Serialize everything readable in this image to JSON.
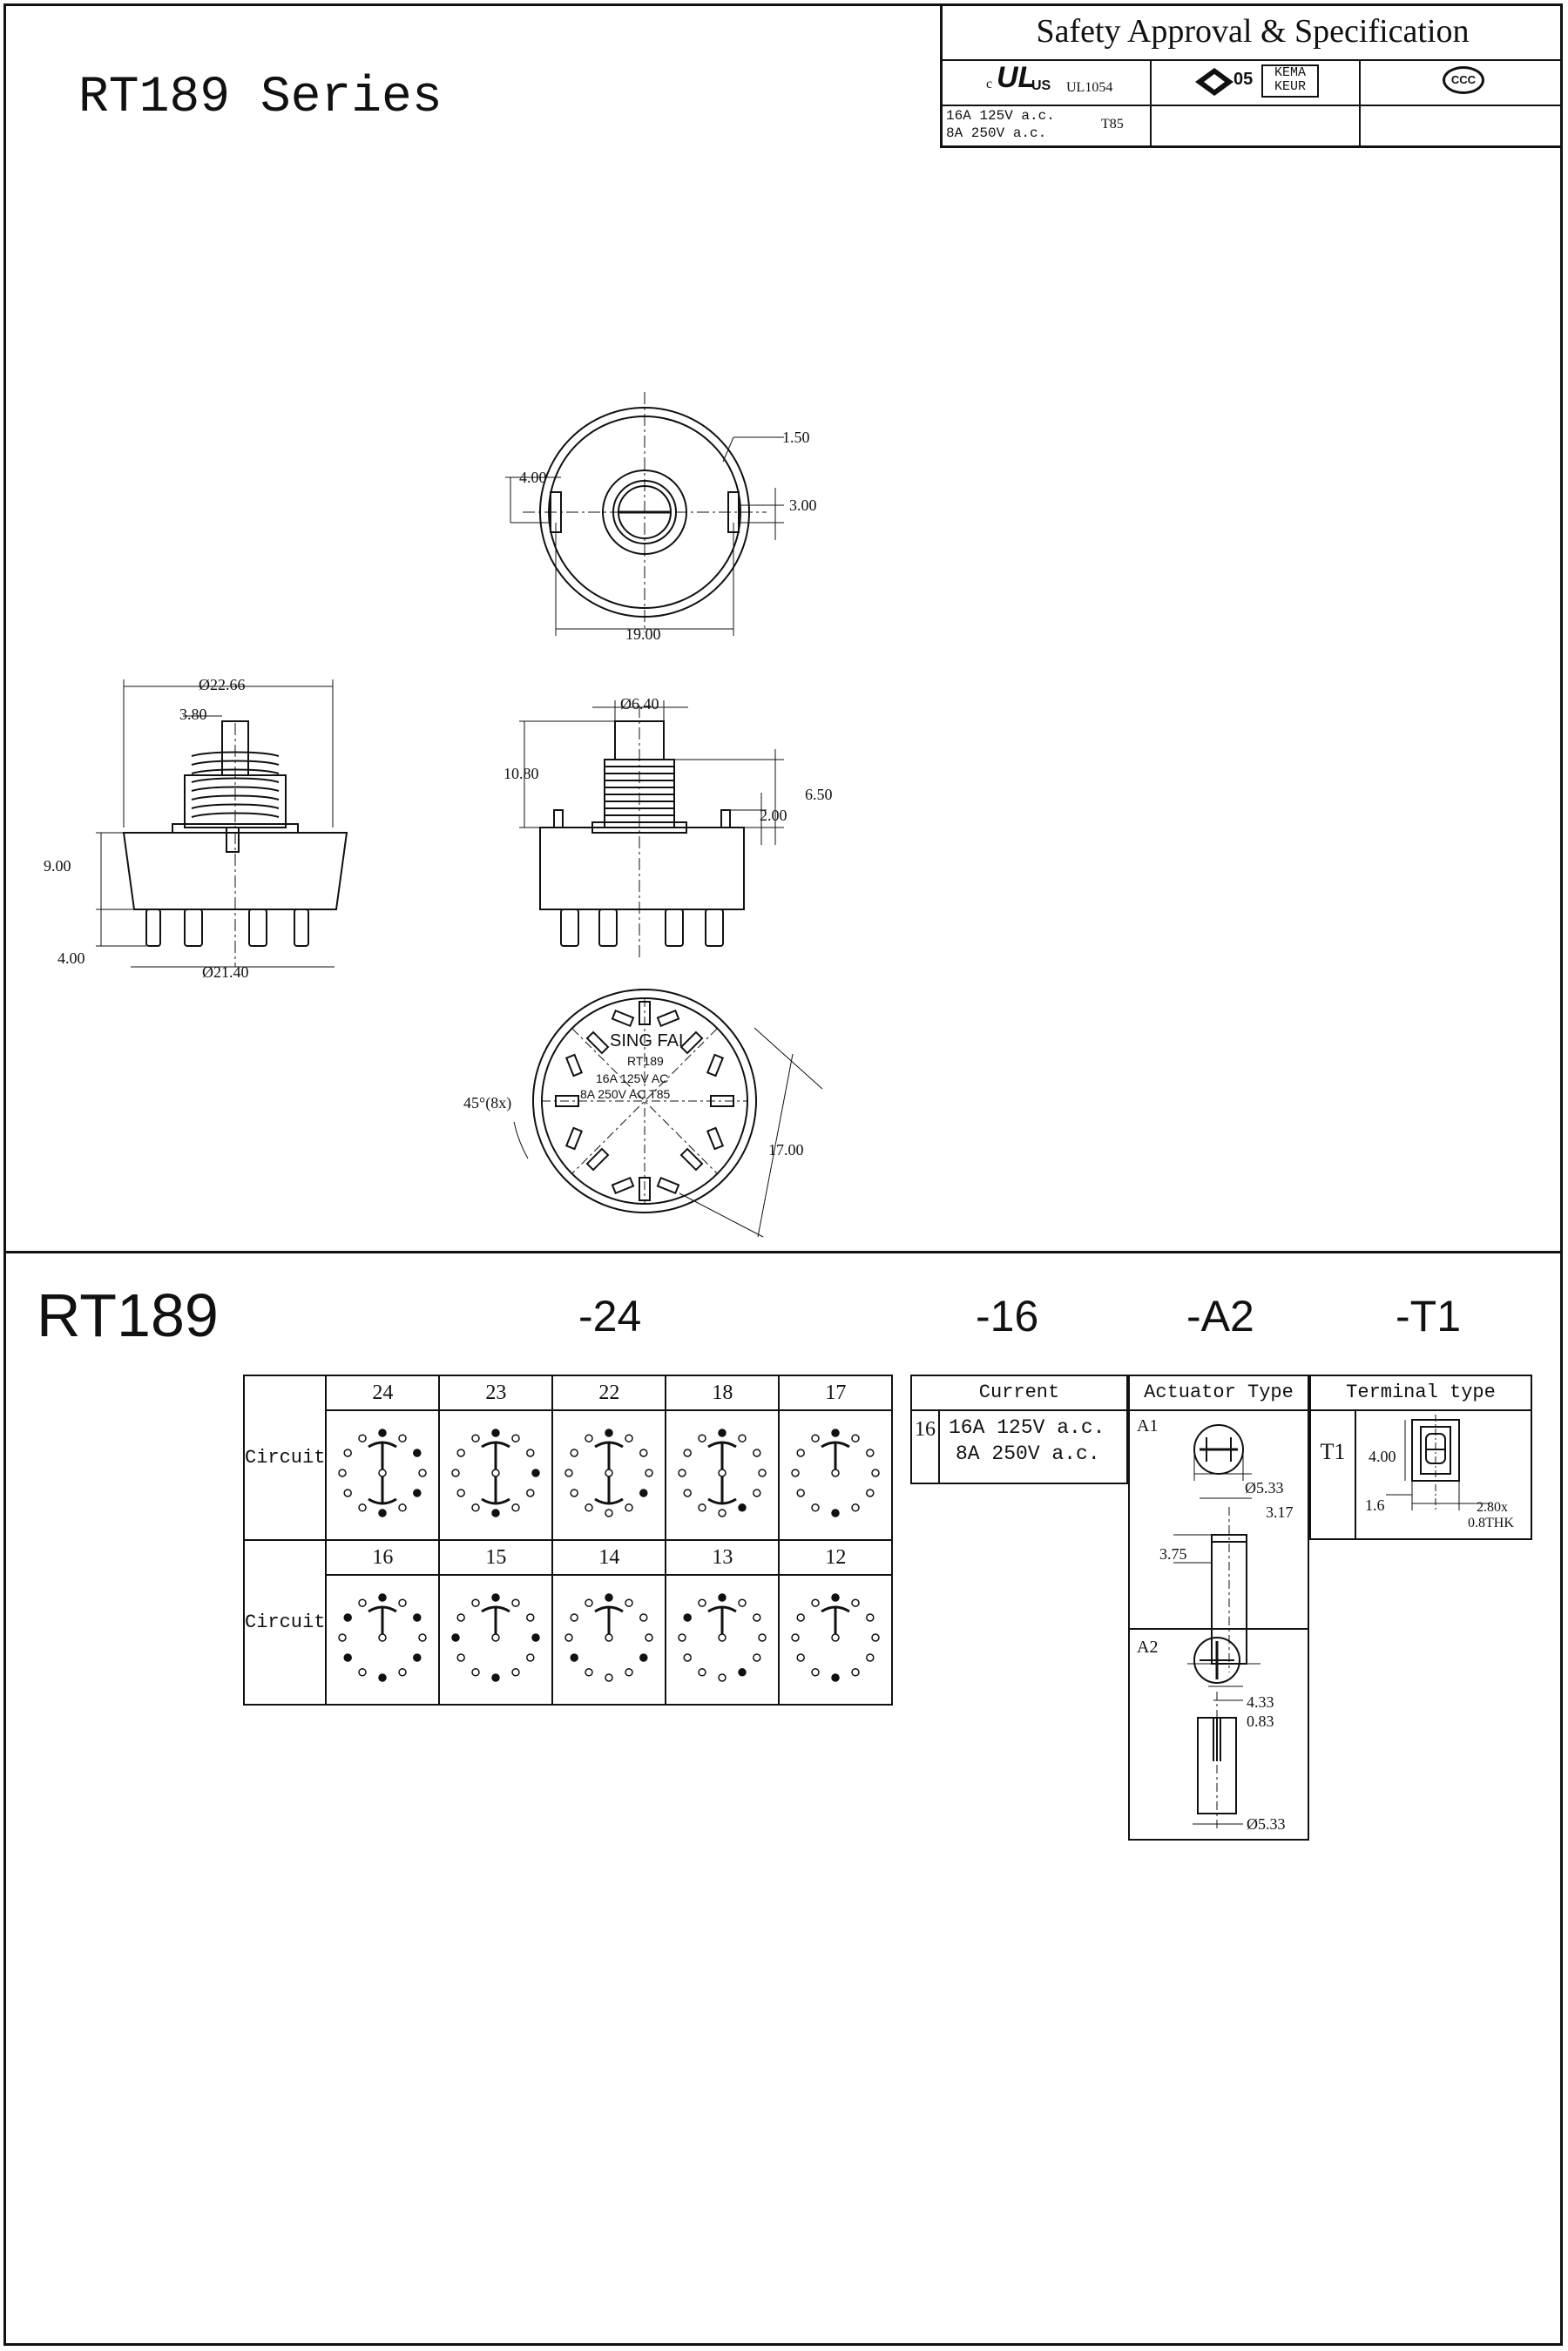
{
  "title": "RT189 Series",
  "safety": {
    "heading": "Safety Approval & Specification",
    "ul_std": "UL1054",
    "ul_rating_1": "16A 125V a.c.",
    "ul_rating_2": "8A 250V a.c.",
    "temp": "T85",
    "ul_logo_c": "c",
    "ul_logo_us": "US",
    "ul_logo": "UL",
    "enec": "05",
    "kema": "KEMA",
    "keur": "KEUR",
    "ccc": "CCC"
  },
  "drawing": {
    "dims_top": {
      "d150": "1.50",
      "d400": "4.00",
      "d300": "3.00",
      "d1900": "19.00"
    },
    "dims_left": {
      "d2266": "Ø22.66",
      "d380": "3.80",
      "d900": "9.00",
      "d400": "4.00",
      "d2140": "Ø21.40"
    },
    "dims_mid": {
      "d640": "Ø6.40",
      "d1080": "10.80",
      "d650": "6.50",
      "d200": "2.00"
    },
    "dims_bottom": {
      "angle": "45°(8x)",
      "d1700": "17.00"
    },
    "marking": {
      "brand": "SING FAI",
      "model": "RT189",
      "r1": "16A 125V AC",
      "r2": "8A 250V AC T85"
    }
  },
  "code": {
    "model": "RT189",
    "p1": "-24",
    "p2": "-16",
    "p3": "-A2",
    "p4": "-T1"
  },
  "circuits": {
    "row_label": "Circuit",
    "row1": [
      "24",
      "23",
      "22",
      "18",
      "17"
    ],
    "row2": [
      "16",
      "15",
      "14",
      "13",
      "12"
    ]
  },
  "current": {
    "header": "Current",
    "code": "16",
    "r1": "16A 125V a.c.",
    "r2": "8A 250V a.c."
  },
  "actuator": {
    "header": "Actuator Type",
    "a1": "A1",
    "a2": "A2",
    "a1_d533": "Ø5.33",
    "a1_d317": "3.17",
    "a1_d375": "3.75",
    "a2_d433": "4.33",
    "a2_d083": "0.83",
    "a2_d533": "Ø5.33"
  },
  "terminal": {
    "header": "Terminal type",
    "code": "T1",
    "d400": "4.00",
    "d16": "1.6",
    "d280": "2.80x",
    "thk": "0.8THK"
  }
}
